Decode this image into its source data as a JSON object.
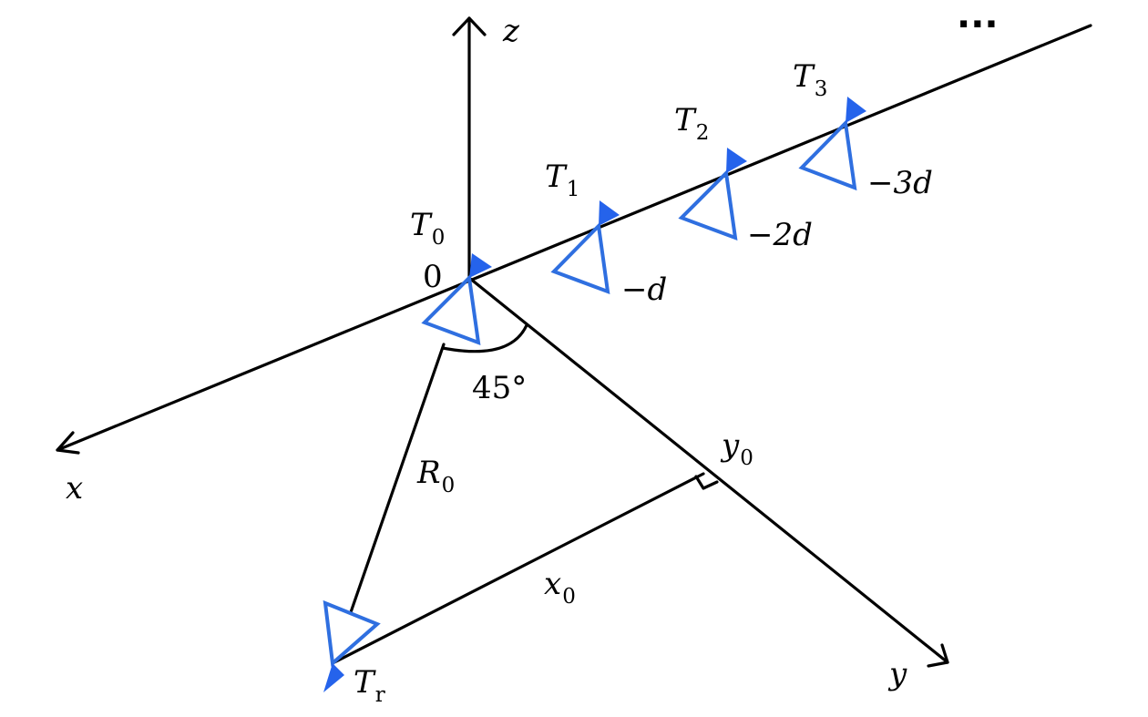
{
  "axes": {
    "x": "x",
    "y": "y",
    "z": "z"
  },
  "origin_label": "0",
  "angle_label": "45°",
  "ellipsis": "...",
  "range_label": {
    "main": "R",
    "sub": "0"
  },
  "x_offset_label": {
    "main": "x",
    "sub": "0"
  },
  "y_offset_label": {
    "main": "y",
    "sub": "0"
  },
  "receiver": {
    "main": "T",
    "sub": "r"
  },
  "transmitters": [
    {
      "main": "T",
      "sub": "0",
      "position": ""
    },
    {
      "main": "T",
      "sub": "1",
      "position": "−d"
    },
    {
      "main": "T",
      "sub": "2",
      "position": "−2d"
    },
    {
      "main": "T",
      "sub": "3",
      "position": "−3d"
    }
  ],
  "colors": {
    "antenna": "#2563eb",
    "lines": "#000000"
  }
}
